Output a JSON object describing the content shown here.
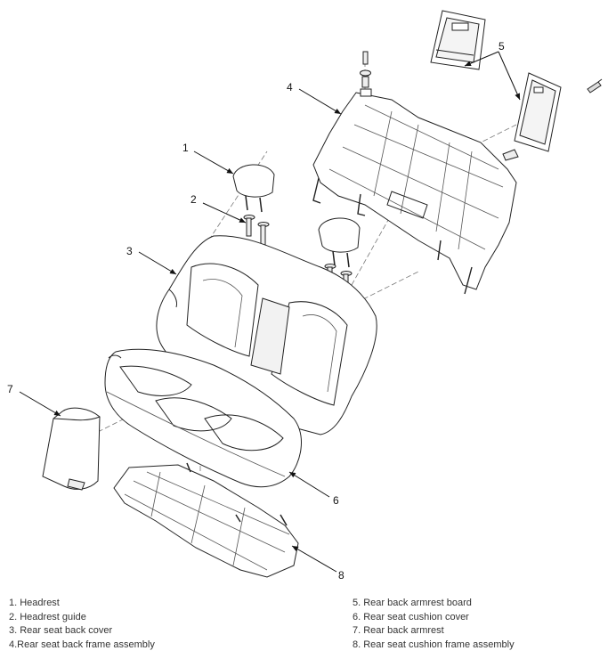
{
  "callouts": [
    "1",
    "2",
    "3",
    "4",
    "5",
    "6",
    "7",
    "8"
  ],
  "legend": {
    "left": [
      "1. Headrest",
      "2. Headrest guide",
      "3. Rear seat back cover",
      "4.Rear seat back frame assembly"
    ],
    "right": [
      "5. Rear back armrest board",
      "6. Rear seat cushion cover",
      "7. Rear back armrest",
      "8. Rear seat cushion frame assembly"
    ]
  }
}
